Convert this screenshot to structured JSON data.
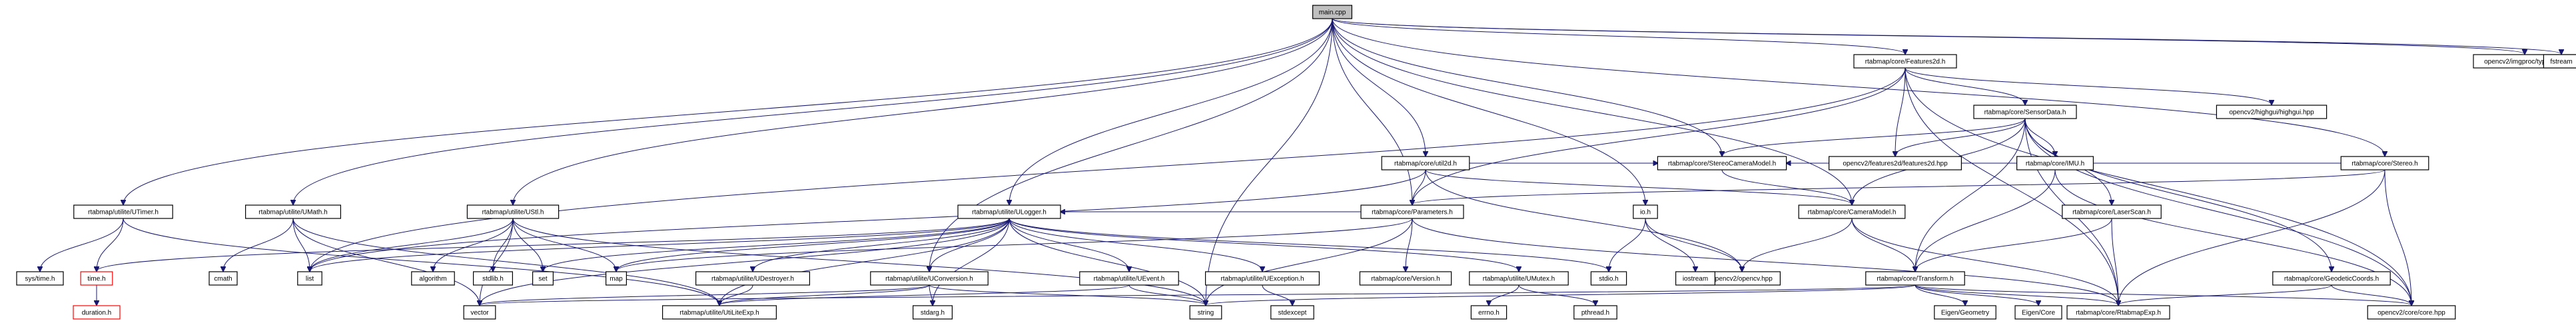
{
  "graph": {
    "nodes": [
      {
        "id": "main",
        "label": "main.cpp",
        "style": "root"
      },
      {
        "id": "uti",
        "label": "rtabmap/utilite/UTimer.h"
      },
      {
        "id": "umath",
        "label": "rtabmap/utilite/UMath.h"
      },
      {
        "id": "ustl",
        "label": "rtabmap/utilite/UStl.h"
      },
      {
        "id": "ulog",
        "label": "rtabmap/utilite/ULogger.h"
      },
      {
        "id": "uconv",
        "label": "rtabmap/utilite/UConversion.h"
      },
      {
        "id": "params",
        "label": "rtabmap/core/Parameters.h"
      },
      {
        "id": "util2d",
        "label": "rtabmap/core/util2d.h"
      },
      {
        "id": "stereocm",
        "label": "rtabmap/core/StereoCameraModel.h"
      },
      {
        "id": "io",
        "label": "io.h"
      },
      {
        "id": "feat2d",
        "label": "rtabmap/core/Features2d.h"
      },
      {
        "id": "sensor",
        "label": "rtabmap/core/SensorData.h"
      },
      {
        "id": "stereo",
        "label": "rtabmap/core/Stereo.h"
      },
      {
        "id": "imgproc",
        "label": "opencv2/imgproc/types_c.h"
      },
      {
        "id": "fstream",
        "label": "fstream"
      },
      {
        "id": "highgui",
        "label": "opencv2/highgui/highgui.hpp"
      },
      {
        "id": "f2dhpp",
        "label": "opencv2/features2d/features2d.hpp"
      },
      {
        "id": "imu",
        "label": "rtabmap/core/IMU.h"
      },
      {
        "id": "cammodel",
        "label": "rtabmap/core/CameraModel.h"
      },
      {
        "id": "laser",
        "label": "rtabmap/core/LaserScan.h"
      },
      {
        "id": "geo",
        "label": "rtabmap/core/GeodeticCoords.h"
      },
      {
        "id": "transform",
        "label": "rtabmap/core/Transform.h"
      },
      {
        "id": "rtexp",
        "label": "rtabmap/core/RtabmapExp.h"
      },
      {
        "id": "cvcore",
        "label": "opencv2/core/core.hpp"
      },
      {
        "id": "opencvhpp",
        "label": "opencv2/opencv.hpp"
      },
      {
        "id": "eigeo",
        "label": "Eigen/Geometry"
      },
      {
        "id": "eicore",
        "label": "Eigen/Core"
      },
      {
        "id": "sysmtime",
        "label": "sys/time.h"
      },
      {
        "id": "timeh",
        "label": "time.h",
        "style": "red"
      },
      {
        "id": "duration",
        "label": "duration.h",
        "style": "red"
      },
      {
        "id": "cmath",
        "label": "cmath"
      },
      {
        "id": "list",
        "label": "list"
      },
      {
        "id": "algorithm",
        "label": "algorithm"
      },
      {
        "id": "stdlib",
        "label": "stdlib.h"
      },
      {
        "id": "set",
        "label": "set"
      },
      {
        "id": "map",
        "label": "map"
      },
      {
        "id": "udestroyer",
        "label": "rtabmap/utilite/UDestroyer.h"
      },
      {
        "id": "uevent",
        "label": "rtabmap/utilite/UEvent.h"
      },
      {
        "id": "uexception",
        "label": "rtabmap/utilite/UException.h"
      },
      {
        "id": "umutex",
        "label": "rtabmap/utilite/UMutex.h"
      },
      {
        "id": "vector",
        "label": "vector"
      },
      {
        "id": "uliteexp",
        "label": "rtabmap/utilite/UtiLiteExp.h"
      },
      {
        "id": "stdarg",
        "label": "stdarg.h"
      },
      {
        "id": "string",
        "label": "string"
      },
      {
        "id": "stdexcept",
        "label": "stdexcept"
      },
      {
        "id": "version",
        "label": "rtabmap/core/Version.h"
      },
      {
        "id": "stdio",
        "label": "stdio.h"
      },
      {
        "id": "errno",
        "label": "errno.h"
      },
      {
        "id": "pthread",
        "label": "pthread.h"
      },
      {
        "id": "iostream",
        "label": "iostream"
      }
    ],
    "edges": [
      [
        "main",
        "uti"
      ],
      [
        "main",
        "umath"
      ],
      [
        "main",
        "ustl"
      ],
      [
        "main",
        "ulog"
      ],
      [
        "main",
        "uconv"
      ],
      [
        "main",
        "params"
      ],
      [
        "main",
        "util2d"
      ],
      [
        "main",
        "stereocm"
      ],
      [
        "main",
        "io"
      ],
      [
        "main",
        "feat2d"
      ],
      [
        "main",
        "stereo"
      ],
      [
        "main",
        "imgproc"
      ],
      [
        "main",
        "fstream"
      ],
      [
        "main",
        "string"
      ],
      [
        "main",
        "cammodel"
      ],
      [
        "uti",
        "sysmtime"
      ],
      [
        "uti",
        "timeh"
      ],
      [
        "uti",
        "uliteexp"
      ],
      [
        "timeh",
        "duration"
      ],
      [
        "umath",
        "cmath"
      ],
      [
        "umath",
        "list"
      ],
      [
        "umath",
        "vector"
      ],
      [
        "umath",
        "uliteexp"
      ],
      [
        "ustl",
        "list"
      ],
      [
        "ustl",
        "algorithm"
      ],
      [
        "ustl",
        "stdlib"
      ],
      [
        "ustl",
        "set"
      ],
      [
        "ustl",
        "map"
      ],
      [
        "ustl",
        "vector"
      ],
      [
        "ustl",
        "string"
      ],
      [
        "ulog",
        "timeh"
      ],
      [
        "ulog",
        "list"
      ],
      [
        "ulog",
        "set"
      ],
      [
        "ulog",
        "map"
      ],
      [
        "ulog",
        "udestroyer"
      ],
      [
        "ulog",
        "uconv"
      ],
      [
        "ulog",
        "uevent"
      ],
      [
        "ulog",
        "uexception"
      ],
      [
        "ulog",
        "umutex"
      ],
      [
        "ulog",
        "stdio"
      ],
      [
        "ulog",
        "vector"
      ],
      [
        "ulog",
        "uliteexp"
      ],
      [
        "ulog",
        "stdarg"
      ],
      [
        "ulog",
        "string"
      ],
      [
        "udestroyer",
        "uliteexp"
      ],
      [
        "uconv",
        "vector"
      ],
      [
        "uconv",
        "uliteexp"
      ],
      [
        "uconv",
        "stdarg"
      ],
      [
        "uconv",
        "string"
      ],
      [
        "uevent",
        "uliteexp"
      ],
      [
        "uevent",
        "string"
      ],
      [
        "uexception",
        "stdexcept"
      ],
      [
        "umutex",
        "errno"
      ],
      [
        "umutex",
        "pthread"
      ],
      [
        "params",
        "ulog"
      ],
      [
        "params",
        "map"
      ],
      [
        "params",
        "version"
      ],
      [
        "params",
        "string"
      ],
      [
        "params",
        "rtexp"
      ],
      [
        "util2d",
        "list"
      ],
      [
        "util2d",
        "cammodel"
      ],
      [
        "util2d",
        "params"
      ],
      [
        "util2d",
        "opencvhpp"
      ],
      [
        "util2d",
        "stereocm"
      ],
      [
        "stereocm",
        "cammodel"
      ],
      [
        "io",
        "iostream"
      ],
      [
        "io",
        "stdio"
      ],
      [
        "io",
        "opencvhpp"
      ],
      [
        "cammodel",
        "opencvhpp"
      ],
      [
        "cammodel",
        "transform"
      ],
      [
        "cammodel",
        "rtexp"
      ],
      [
        "feat2d",
        "sensor"
      ],
      [
        "feat2d",
        "params"
      ],
      [
        "feat2d",
        "highgui"
      ],
      [
        "feat2d",
        "f2dhpp"
      ],
      [
        "feat2d",
        "rtexp"
      ],
      [
        "feat2d",
        "cvcore"
      ],
      [
        "feat2d",
        "list"
      ],
      [
        "sensor",
        "stereocm"
      ],
      [
        "sensor",
        "imu"
      ],
      [
        "sensor",
        "cammodel"
      ],
      [
        "sensor",
        "laser"
      ],
      [
        "sensor",
        "geo"
      ],
      [
        "sensor",
        "transform"
      ],
      [
        "sensor",
        "rtexp"
      ],
      [
        "sensor",
        "cvcore"
      ],
      [
        "sensor",
        "f2dhpp"
      ],
      [
        "imu",
        "transform"
      ],
      [
        "imu",
        "cvcore"
      ],
      [
        "laser",
        "transform"
      ],
      [
        "laser",
        "rtexp"
      ],
      [
        "geo",
        "rtexp"
      ],
      [
        "geo",
        "cvcore"
      ],
      [
        "stereo",
        "params"
      ],
      [
        "stereo",
        "stereocm"
      ],
      [
        "stereo",
        "cvcore"
      ],
      [
        "stereo",
        "rtexp"
      ],
      [
        "transform",
        "vector"
      ],
      [
        "transform",
        "string"
      ],
      [
        "transform",
        "eigeo"
      ],
      [
        "transform",
        "eicore"
      ],
      [
        "transform",
        "rtexp"
      ],
      [
        "transform",
        "cvcore"
      ]
    ]
  }
}
